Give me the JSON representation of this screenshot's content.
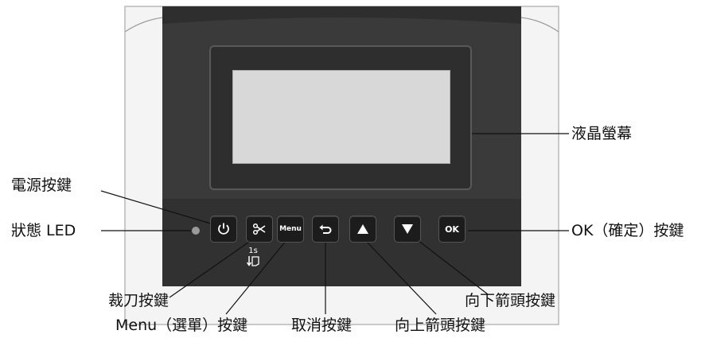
{
  "labels": {
    "lcd": "液晶螢幕",
    "power_key": "電源按鍵",
    "status_led": "狀態 LED",
    "cutter_key": "裁刀按鍵",
    "menu_key": "Menu（選單）按鍵",
    "cancel_key": "取消按鍵",
    "up_key": "向上箭頭按鍵",
    "down_key": "向下箭頭按鍵",
    "ok_key": "OK（確定）按鍵"
  },
  "buttons": {
    "menu": "Menu",
    "ok": "OK",
    "hold_duration": "1s"
  },
  "icons": {
    "power": "power-icon",
    "cutter": "scissors-icon",
    "cancel": "return-arrow-icon",
    "up": "triangle-up-icon",
    "down": "triangle-down-icon",
    "feed": "paper-feed-icon"
  }
}
